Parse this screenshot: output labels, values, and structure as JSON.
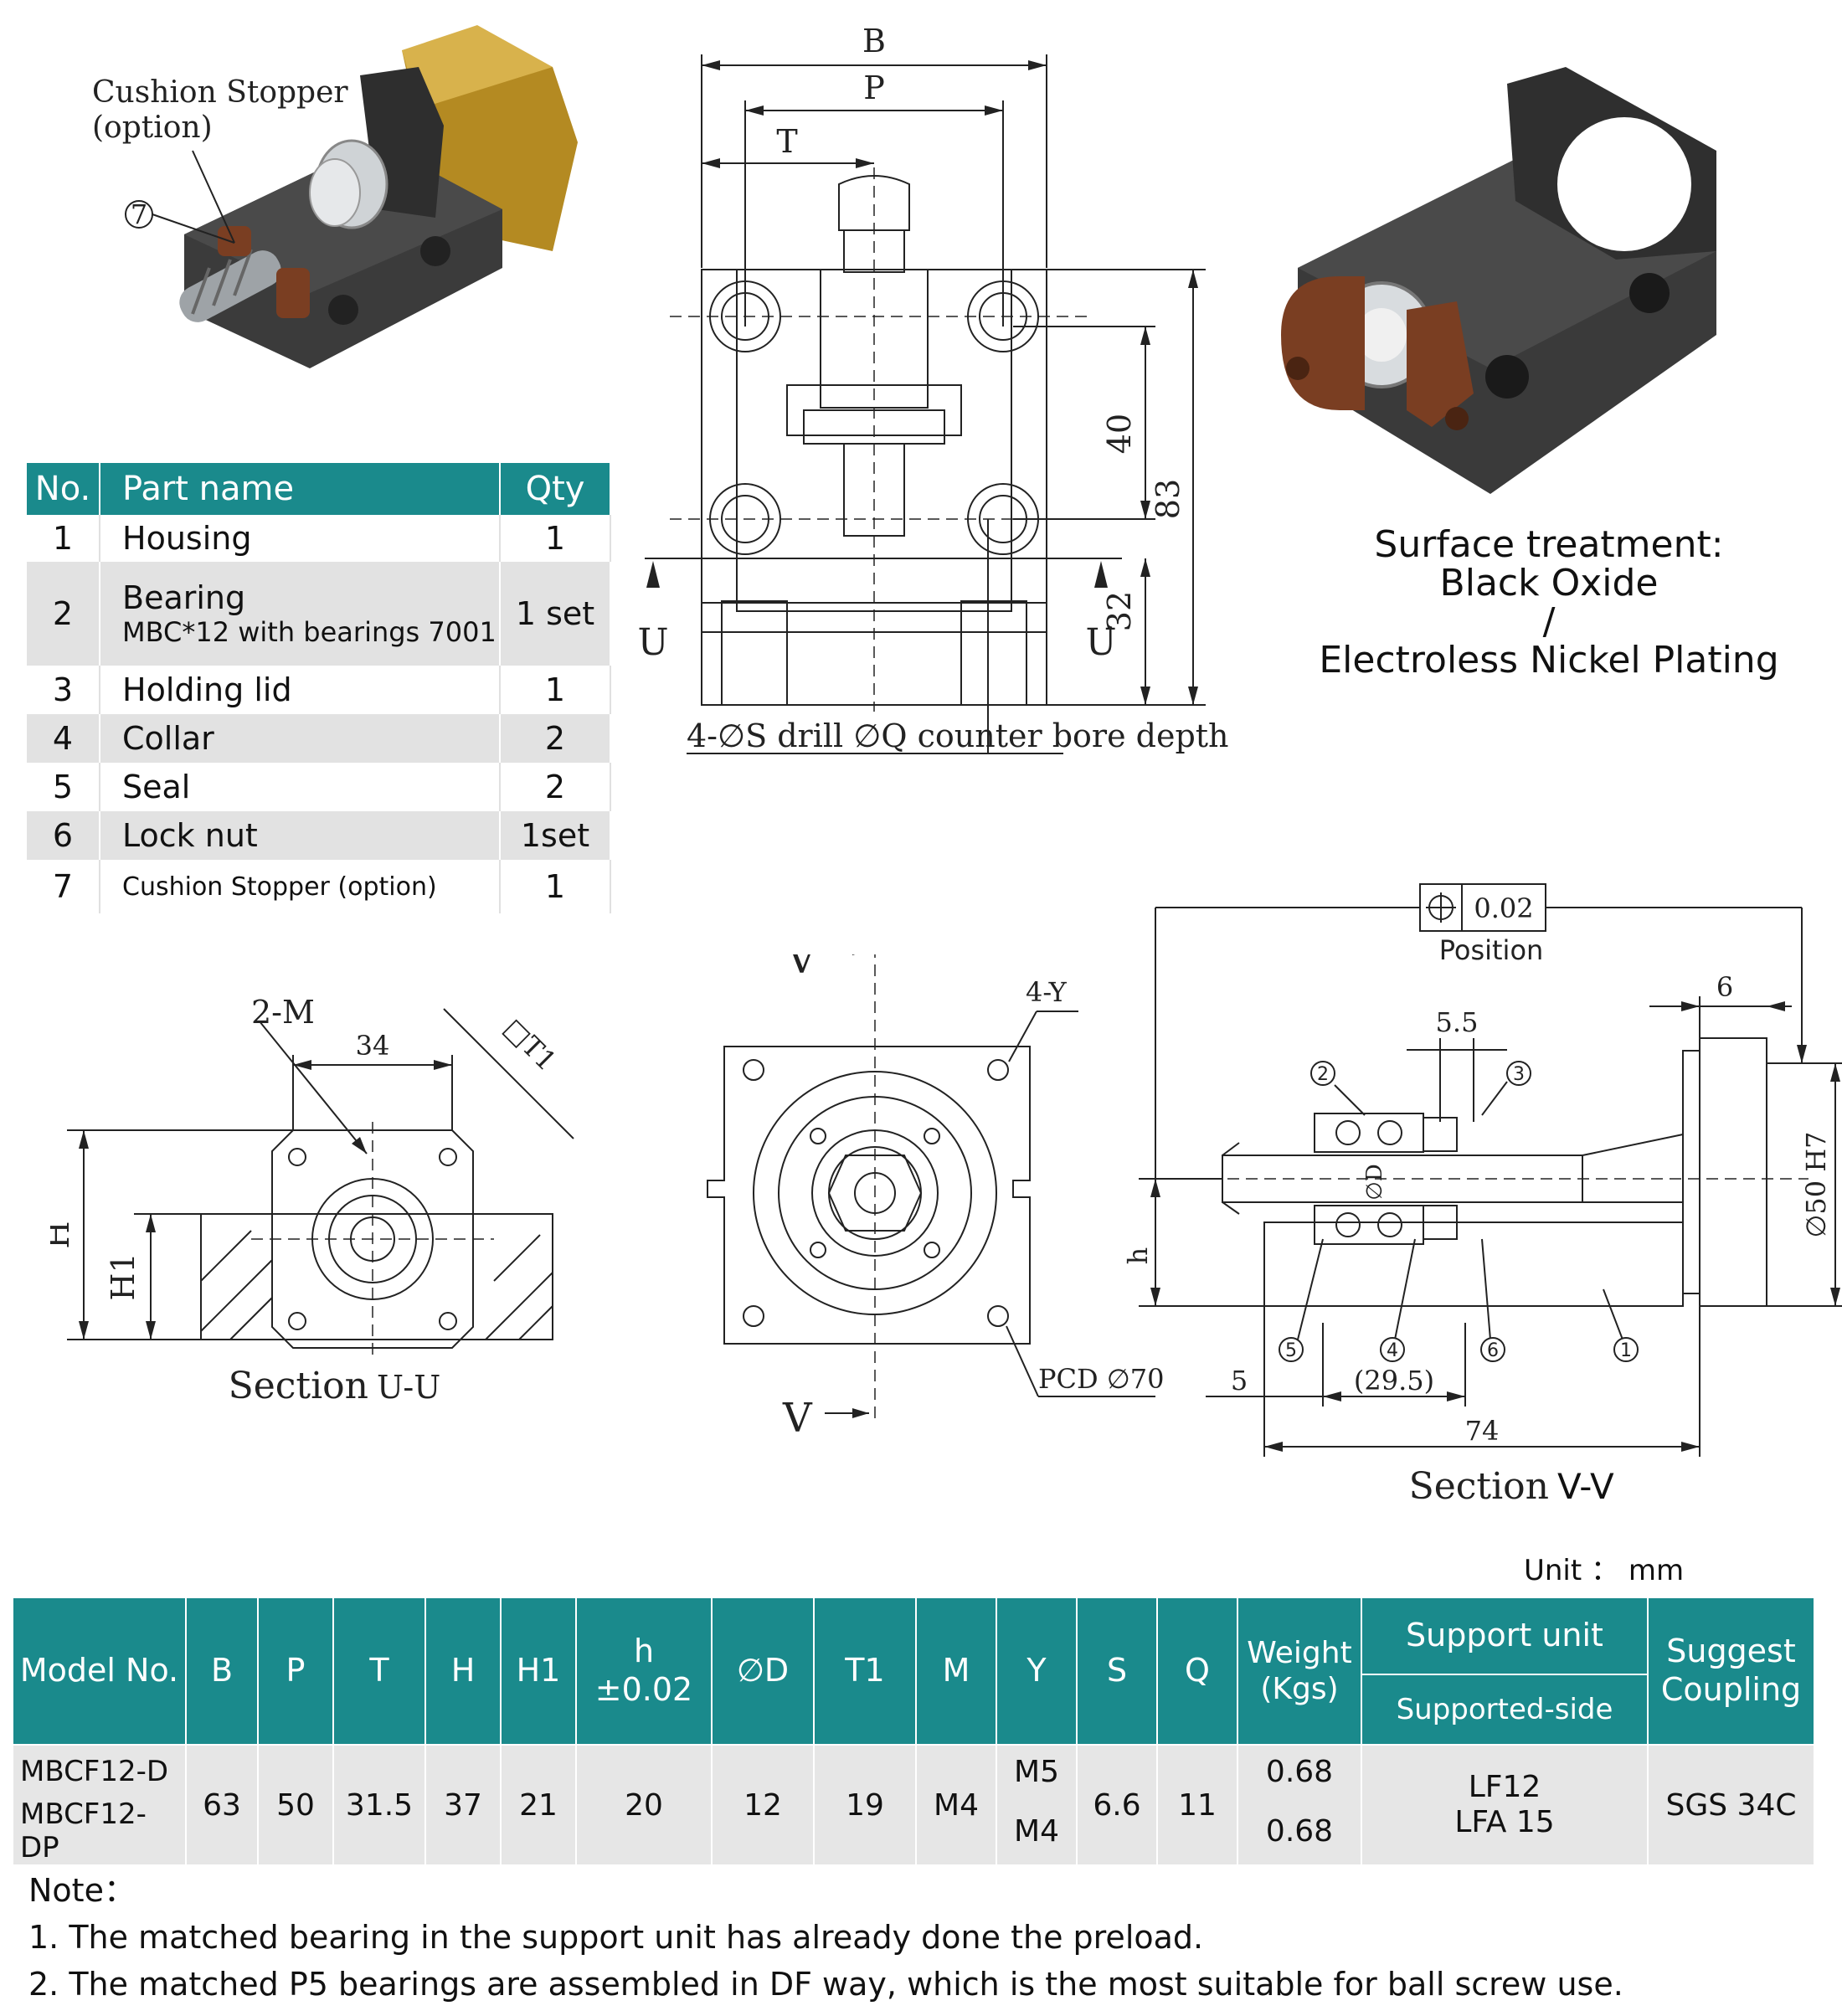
{
  "top_left_view": {
    "callout_label": "Cushion Stopper\n(option)",
    "callout_number": "7"
  },
  "front_view": {
    "dims": {
      "B": "B",
      "P": "P",
      "T": "T",
      "d40": "40",
      "d83": "83",
      "d32": "32"
    },
    "section_marks": {
      "u_left": "U",
      "u_right": "U"
    },
    "drill_note": "4-∅S drill  ∅Q counter bore depth"
  },
  "surface_treatment": {
    "line1": "Surface treatment:",
    "line2": "Black Oxide",
    "line3": "/",
    "line4": "Electroless Nickel Plating"
  },
  "parts_table": {
    "headers": {
      "no": "No.",
      "name": "Part name",
      "qty": "Qty"
    },
    "rows": [
      {
        "no": "1",
        "name": "Housing",
        "sub": "",
        "qty": "1"
      },
      {
        "no": "2",
        "name": "Bearing",
        "sub": "MBC*12 with bearings 7001",
        "qty": "1 set"
      },
      {
        "no": "3",
        "name": "Holding lid",
        "sub": "",
        "qty": "1"
      },
      {
        "no": "4",
        "name": "Collar",
        "sub": "",
        "qty": "2"
      },
      {
        "no": "5",
        "name": "Seal",
        "sub": "",
        "qty": "2"
      },
      {
        "no": "6",
        "name": "Lock nut",
        "sub": "",
        "qty": "1set"
      },
      {
        "no": "7",
        "name": "Cushion Stopper (option)",
        "sub": "",
        "qty": "1"
      }
    ]
  },
  "section_uu": {
    "m_label": "2-M",
    "dim_34": "34",
    "t1_label": "□T1",
    "h_label": "H",
    "h1_label": "H1",
    "caption_a": "Section",
    "caption_b": "U-U"
  },
  "side_view": {
    "v_top": "V",
    "v_bottom": "V",
    "y_label": "4-Y",
    "pcd_label": "PCD ∅70"
  },
  "section_vv": {
    "tolerance_value": "0.02",
    "tolerance_label": "Position",
    "dim_6": "6",
    "dim_5_5": "5.5",
    "dim_phi50": "∅50 H7",
    "dim_phiD": "∅D",
    "dim_h": "h",
    "dim_5": "5",
    "dim_29_5": "(29.5)",
    "dim_74": "74",
    "callouts": [
      "1",
      "2",
      "3",
      "4",
      "5",
      "6"
    ],
    "caption_a": "Section",
    "caption_b": "V-V"
  },
  "unit_label": "Unit ： mm",
  "spec_table": {
    "headers": {
      "model": "Model No.",
      "B": "B",
      "P": "P",
      "T": "T",
      "H": "H",
      "H1": "H1",
      "h_top": "h",
      "h_bottom": "±0.02",
      "phiD": "∅D",
      "T1": "T1",
      "M": "M",
      "Y": "Y",
      "S": "S",
      "Q": "Q",
      "weight_top": "Weight",
      "weight_bottom": "(Kgs)",
      "support_unit": "Support unit",
      "supported_side": "Supported-side",
      "coupling_top": "Suggest",
      "coupling_bottom": "Coupling"
    },
    "rows": [
      {
        "model": "MBCF12-D",
        "Y": "M5",
        "weight": "0.68"
      },
      {
        "model": "MBCF12-DP",
        "Y": "M4",
        "weight": "0.68"
      }
    ],
    "shared": {
      "B": "63",
      "P": "50",
      "T": "31.5",
      "H": "37",
      "H1": "21",
      "h": "20",
      "phiD": "12",
      "T1": "19",
      "M": "M4",
      "S": "6.6",
      "Q": "11",
      "support_1": "LF12",
      "support_2": "LFA 15",
      "coupling": "SGS 34C"
    }
  },
  "notes": {
    "title": "Note：",
    "items": [
      "1. The matched bearing in the support unit has already done the preload.",
      "2. The matched P5 bearings are assembled in DF way, which is the most suitable for ball screw use."
    ]
  },
  "colors": {
    "teal": "#1a8a8c",
    "row_grey": "#e2e2e2",
    "housing": "#3a3a3a",
    "brass": "#c9a23a",
    "copper": "#7a3e22"
  }
}
